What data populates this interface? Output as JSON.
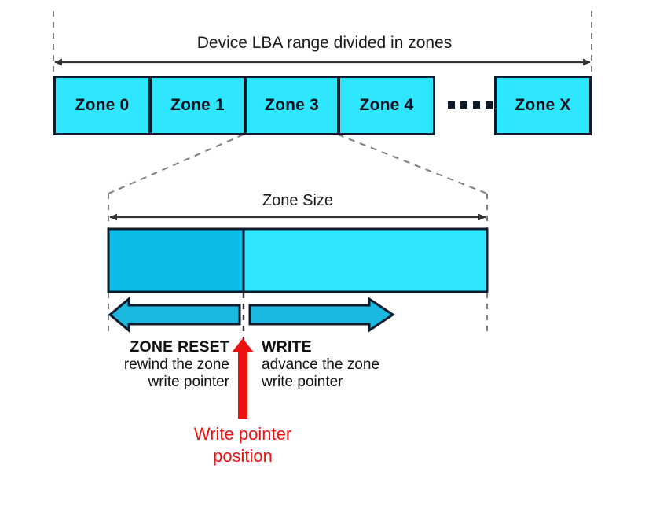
{
  "diagram": {
    "title_top": "Device LBA range divided in zones",
    "zone_size_label": "Zone Size",
    "zones": [
      {
        "label": "Zone 0"
      },
      {
        "label": "Zone 1"
      },
      {
        "label": "Zone 3"
      },
      {
        "label": "Zone 4"
      },
      {
        "label": "Zone X"
      }
    ],
    "ellipsis_dot_count": 4,
    "left_action": {
      "head": "ZONE RESET",
      "line1": "rewind the zone",
      "line2": "write pointer"
    },
    "right_action": {
      "head": "WRITE",
      "line1": "advance the zone",
      "line2": "write pointer"
    },
    "write_pointer": {
      "line1": "Write pointer",
      "line2": "position"
    },
    "colors": {
      "zone_fill": "#2FE6FF",
      "written_fill": "#0BBBE8",
      "unwritten_fill": "#2FE6FF",
      "outline": "#0d1b2a",
      "arrow_fill": "#1BB8E0",
      "dashed_guide": "#808080",
      "measure_arrow": "#333333",
      "pointer_red": "#EE1111",
      "background": "#FFFFFF"
    }
  }
}
